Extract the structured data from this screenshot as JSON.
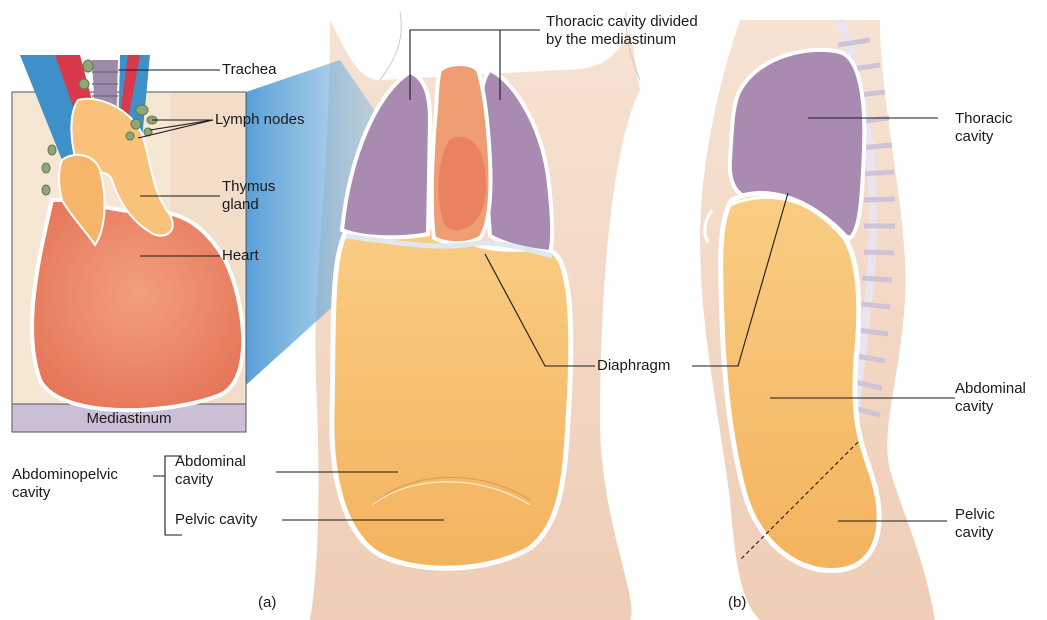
{
  "panel_a": {
    "caption": "(a)",
    "inset_title": "Mediastinum",
    "labels": {
      "trachea": "Trachea",
      "lymph_nodes": "Lymph nodes",
      "thymus": "Thymus\ngland",
      "heart": "Heart",
      "thoracic_divided": "Thoracic cavity divided\nby the mediastinum",
      "diaphragm": "Diaphragm",
      "abdominopelvic": "Abdominopelvic\ncavity",
      "abdominal": "Abdominal\ncavity",
      "pelvic": "Pelvic cavity"
    }
  },
  "panel_b": {
    "caption": "(b)",
    "labels": {
      "thoracic": "Thoracic\ncavity",
      "abdominal": "Abdominal\ncavity",
      "pelvic": "Pelvic\ncavity"
    }
  },
  "colors": {
    "skin": "#f0cdb4",
    "lung": "#a98bb2",
    "mediastinum": "#ee9a70",
    "abdomen": "#f6bc6a",
    "heart": "#ec8260",
    "vessel_blue": "#3f8fc8",
    "vessel_red": "#d9394b",
    "node_green": "#8fa777",
    "projection": "#9cc7e6",
    "inset_bar": "#cbbfd6"
  }
}
